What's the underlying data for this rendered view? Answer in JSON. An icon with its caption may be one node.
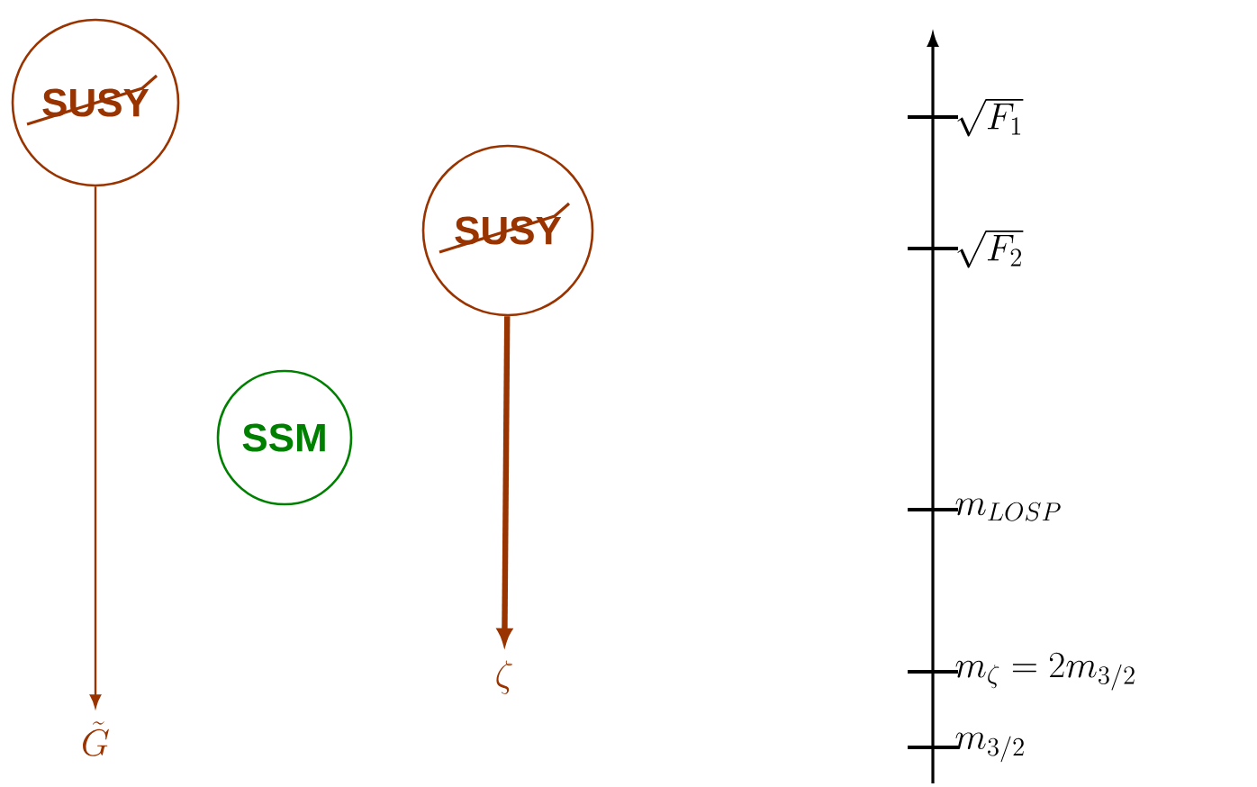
{
  "diagram": {
    "nodes": [
      {
        "text": [
          "SUSY"
        ]
      },
      {
        "text": [
          "SUSY"
        ]
      },
      {
        "text": [
          "SSM"
        ]
      },
      {
        "text": [
          "\\tilde{G}"
        ]
      },
      {
        "text": [
          "\\zeta"
        ]
      }
    ],
    "edges": [
      {
        "from": 0,
        "to": 3,
        "arrow": "to"
      },
      {
        "from": 1,
        "to": 4,
        "arrow": "to",
        "style": "thick"
      }
    ],
    "labels": [
      "\\sqrt{F_1}",
      "\\sqrt{F_2}",
      "m_{LOSP}",
      "m_\\zeta = 2m_{3/2}",
      "m_{3/2}"
    ]
  }
}
